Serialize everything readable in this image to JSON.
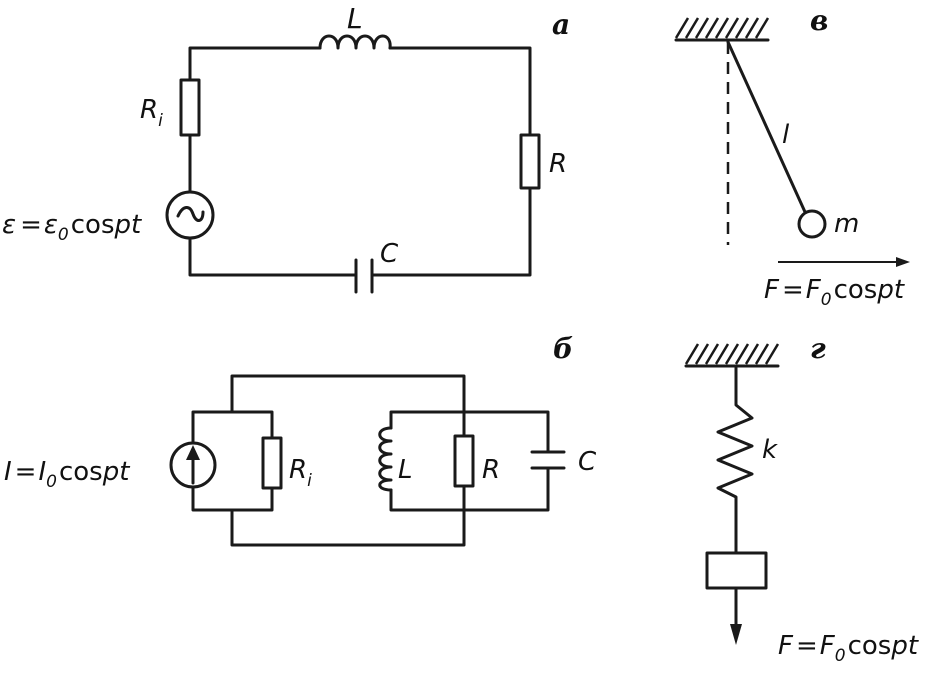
{
  "panels": {
    "a": {
      "letter": "а",
      "inductor": "L",
      "source_resistor_main": "R",
      "source_resistor_sub": "i",
      "load_resistor": "R",
      "capacitor": "C",
      "emf_lhs": "ε",
      "emf_eq": "=",
      "emf_main": "ε",
      "emf_sub": "0",
      "emf_tail": "cos",
      "emf_arg": "pt"
    },
    "b": {
      "letter": "б",
      "current_main": "I",
      "current_eq": "=",
      "current_I": "I",
      "current_sub": "0",
      "current_tail": "cos",
      "current_arg": "pt",
      "source_resistor_main": "R",
      "source_resistor_sub": "i",
      "inductor": "L",
      "resistor": "R",
      "capacitor": "C"
    },
    "v": {
      "letter": "в",
      "length": "l",
      "mass": "m",
      "force_lhs": "F",
      "force_eq": "=",
      "force_F": "F",
      "force_sub": "0",
      "force_tail": "cos",
      "force_arg": "pt"
    },
    "g": {
      "letter": "г",
      "stiffness": "k",
      "force_lhs": "F",
      "force_eq": "=",
      "force_F": "F",
      "force_sub": "0",
      "force_tail": "cos",
      "force_arg": "pt"
    }
  }
}
